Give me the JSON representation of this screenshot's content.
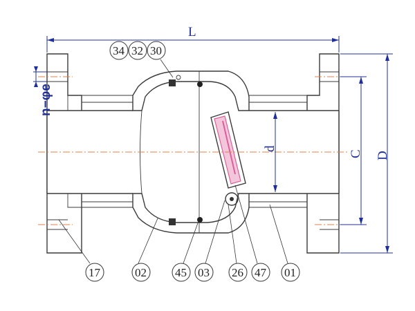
{
  "dimensions": {
    "length": "L",
    "bore": "d",
    "bolt_circle": "C",
    "outer_diameter": "D",
    "bolt_holes": "n−φe"
  },
  "top_callouts": [
    "34",
    "32",
    "30"
  ],
  "bottom_callouts": [
    "17",
    "02",
    "45",
    "03",
    "26",
    "47",
    "01"
  ],
  "colors": {
    "outline": "#3a3a3a",
    "dimension": "#1f2f9a",
    "centerline": "#e0804a",
    "hatch": "#9aa8d8",
    "disc_highlight": "#d9609a"
  }
}
